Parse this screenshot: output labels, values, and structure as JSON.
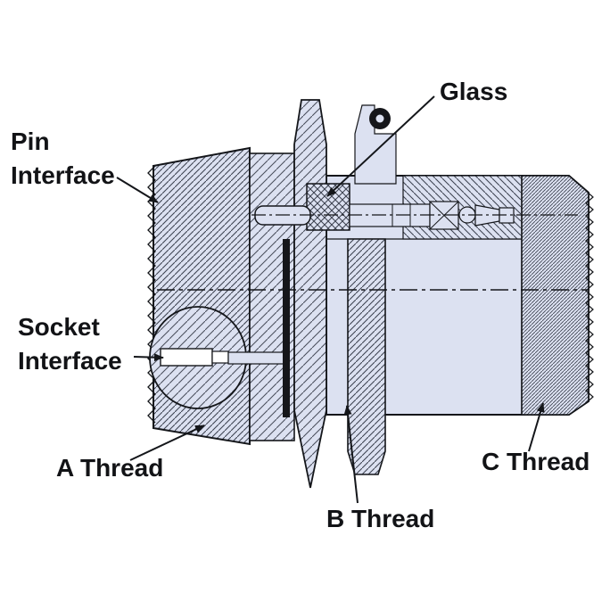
{
  "diagram": {
    "type": "technical-cross-section",
    "subject": "Hermetic connector cross-section with labeled features",
    "labels": {
      "glass": "Glass",
      "pin_interface": [
        "Pin",
        "Interface"
      ],
      "socket_interface": [
        "Socket",
        "Interface"
      ],
      "a_thread": "A Thread",
      "b_thread": "B Thread",
      "c_thread": "C Thread"
    },
    "colors": {
      "body_fill": "#dce1f1",
      "line": "#14161a",
      "background": "#ffffff",
      "gasket": "#15161a"
    }
  }
}
